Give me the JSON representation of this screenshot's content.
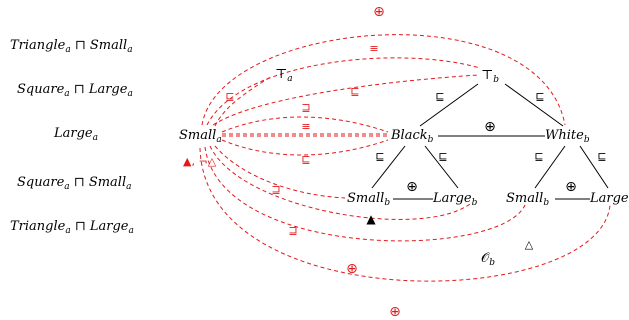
{
  "left_concepts": [
    {
      "base": "Triangle",
      "sub": "a",
      "op": " ⊓ ",
      "base2": "Small",
      "sub2": "a"
    },
    {
      "base": "Square",
      "sub": "a",
      "op": " ⊓ ",
      "base2": "Large",
      "sub2": "a"
    },
    {
      "base": "Large",
      "sub": "a",
      "op": "",
      "base2": "",
      "sub2": ""
    },
    {
      "base": "Square",
      "sub": "a",
      "op": " ⊓ ",
      "base2": "Small",
      "sub2": "a"
    },
    {
      "base": "Triangle",
      "sub": "a",
      "op": " ⊓ ",
      "base2": "Large",
      "sub2": "a"
    }
  ],
  "nodes": {
    "top_a": {
      "base": "⊤",
      "sub": "a"
    },
    "top_b": {
      "base": "⊤",
      "sub": "b"
    },
    "small_a": {
      "base": "Small",
      "sub": "a"
    },
    "black_b": {
      "base": "Black",
      "sub": "b"
    },
    "white_b": {
      "base": "White",
      "sub": "b"
    },
    "small_b1": {
      "base": "Small",
      "sub": "b"
    },
    "large_b": {
      "base": "Large",
      "sub": "b"
    },
    "small_b2": {
      "base": "Small",
      "sub": "b"
    },
    "large_b2": {
      "base": "Large",
      "sub": ""
    },
    "o_b": {
      "base": "𝒪",
      "sub": "b"
    }
  },
  "relations": {
    "subset": "⊑",
    "superset": "⊒",
    "equiv": "≡",
    "disjoint": "⊕"
  },
  "annotation": {
    "filled_triangle": "▲",
    "sep": ", ¬",
    "open_triangle": "△"
  },
  "colors": {
    "red": "#e31a1c",
    "black": "#000000"
  }
}
